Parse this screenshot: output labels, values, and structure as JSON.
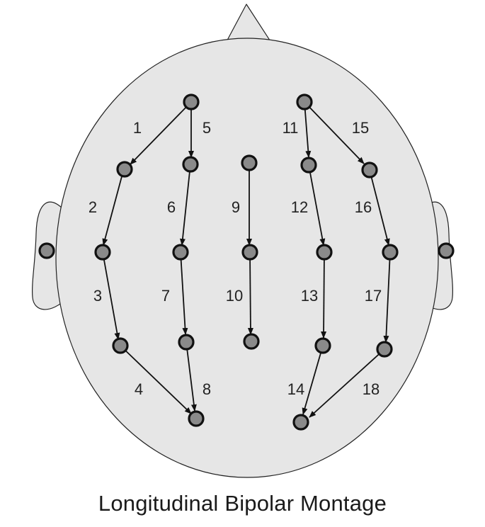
{
  "title": "Longitudinal Bipolar Montage",
  "colors": {
    "head_fill": "#e6e6e6",
    "outline": "#222222",
    "electrode_fill": "#8a8a8a",
    "electrode_stroke": "#111111",
    "arrow": "#111111"
  },
  "channels": [
    {
      "id": 1,
      "label": "1"
    },
    {
      "id": 2,
      "label": "2"
    },
    {
      "id": 3,
      "label": "3"
    },
    {
      "id": 4,
      "label": "4"
    },
    {
      "id": 5,
      "label": "5"
    },
    {
      "id": 6,
      "label": "6"
    },
    {
      "id": 7,
      "label": "7"
    },
    {
      "id": 8,
      "label": "8"
    },
    {
      "id": 9,
      "label": "9"
    },
    {
      "id": 10,
      "label": "10"
    },
    {
      "id": 11,
      "label": "11"
    },
    {
      "id": 12,
      "label": "12"
    },
    {
      "id": 13,
      "label": "13"
    },
    {
      "id": 14,
      "label": "14"
    },
    {
      "id": 15,
      "label": "15"
    },
    {
      "id": 16,
      "label": "16"
    },
    {
      "id": 17,
      "label": "17"
    },
    {
      "id": 18,
      "label": "18"
    }
  ]
}
